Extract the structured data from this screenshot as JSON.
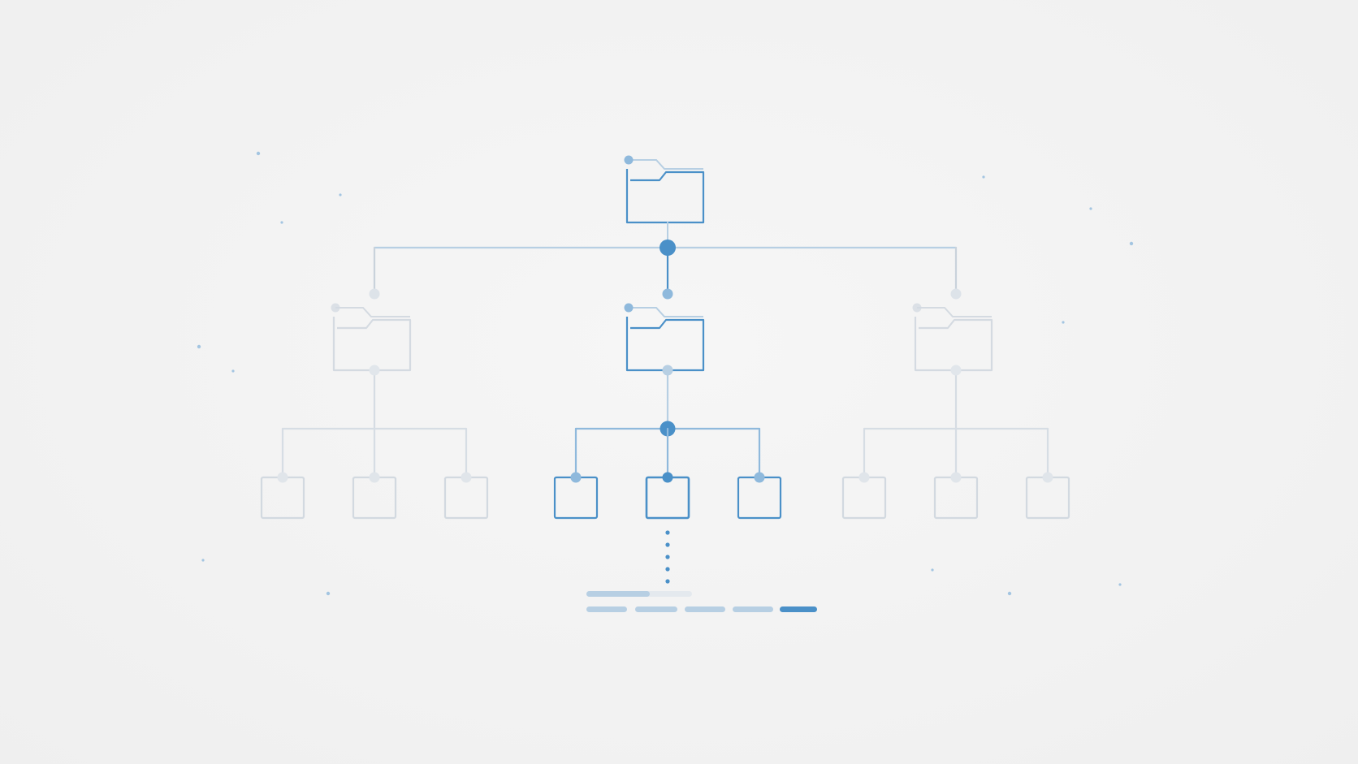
{
  "colors": {
    "background": "#f3f3f3",
    "accent": "#4a90c8",
    "accent_light": "#8fb9dc",
    "accent_pale": "#b7cfe3",
    "muted": "#c9d2db"
  },
  "icons": {
    "root": "folder-icon",
    "branch": "folder-icon",
    "leaf": "file-square-icon"
  },
  "tree": {
    "root": {
      "icon": "folder-icon",
      "state": "active",
      "children": [
        {
          "icon": "folder-icon",
          "state": "inactive",
          "children": [
            {
              "icon": "file-square-icon",
              "state": "inactive"
            },
            {
              "icon": "file-square-icon",
              "state": "inactive"
            },
            {
              "icon": "file-square-icon",
              "state": "inactive"
            }
          ]
        },
        {
          "icon": "folder-icon",
          "state": "active",
          "children": [
            {
              "icon": "file-square-icon",
              "state": "active"
            },
            {
              "icon": "file-square-icon",
              "state": "selected"
            },
            {
              "icon": "file-square-icon",
              "state": "active"
            }
          ]
        },
        {
          "icon": "folder-icon",
          "state": "inactive",
          "children": [
            {
              "icon": "file-square-icon",
              "state": "inactive"
            },
            {
              "icon": "file-square-icon",
              "state": "inactive"
            },
            {
              "icon": "file-square-icon",
              "state": "inactive"
            }
          ]
        }
      ]
    }
  },
  "progress": {
    "segments_total": 5,
    "active_segment": 5,
    "top_bar_fill": 0.6
  }
}
